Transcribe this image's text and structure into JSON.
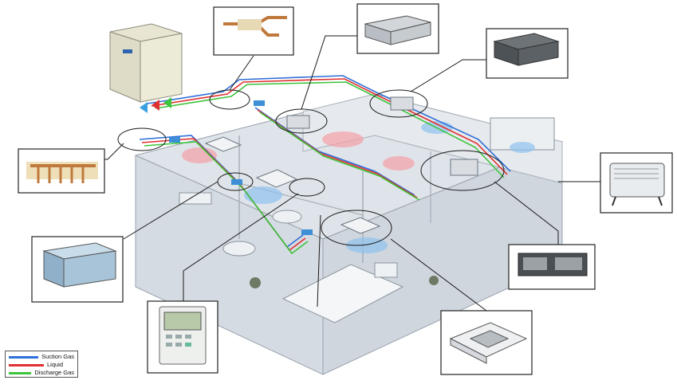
{
  "legend": {
    "items": [
      {
        "label": "Suction Gas",
        "color": "#2f6fd8"
      },
      {
        "label": "Liquid",
        "color": "#e03030"
      },
      {
        "label": "Discharge Gas",
        "color": "#3cc43c"
      }
    ]
  },
  "colors": {
    "suction": "#2f6fd8",
    "liquid": "#e03030",
    "discharge": "#3cc43c",
    "floor": "#dfe4ea",
    "wall": "#cfd5dc",
    "cold_air": "#8fc2ee",
    "warm_air": "#f3a0a6"
  },
  "callouts": [
    {
      "icon": "refnet-joint-icon"
    },
    {
      "icon": "ducted-indoor-unit-icon"
    },
    {
      "icon": "ceiling-concealed-unit-icon"
    },
    {
      "icon": "refnet-header-icon"
    },
    {
      "icon": "convector-heater-icon"
    },
    {
      "icon": "high-static-duct-unit-icon"
    },
    {
      "icon": "fresh-air-unit-icon"
    },
    {
      "icon": "remote-controller-icon"
    },
    {
      "icon": "cassette-unit-icon"
    }
  ]
}
